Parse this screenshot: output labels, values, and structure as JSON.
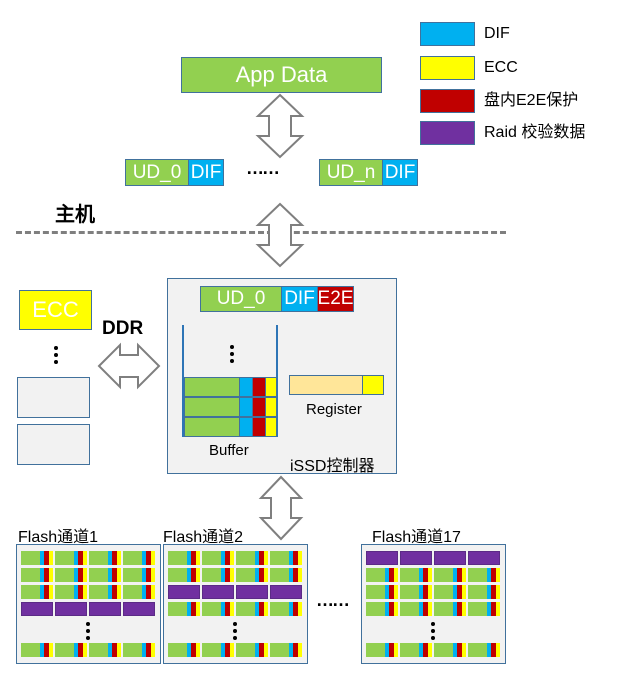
{
  "legend": [
    {
      "label": "DIF",
      "color": "#00b0f0"
    },
    {
      "label": "ECC",
      "color": "#ffff00"
    },
    {
      "label": "盘内E2E保护",
      "color": "#c00000"
    },
    {
      "label": "Raid 校验数据",
      "color": "#7030a0"
    }
  ],
  "host": {
    "app_data": "App Data",
    "ud_first": "UD_0",
    "ud_last": "UD_n",
    "dif": "DIF",
    "ellipsis": "……",
    "label": "主机"
  },
  "ddr": {
    "label": "DDR",
    "ecc": "ECC"
  },
  "controller": {
    "label": "iSSD控制器",
    "ud": "UD_0",
    "dif": "DIF",
    "e2e": "E2E",
    "buffer_label": "Buffer",
    "register_label": "Register"
  },
  "flash": {
    "channels": [
      {
        "label": "Flash通道1",
        "raid_row": 4
      },
      {
        "label": "Flash通道2",
        "raid_row": 3
      },
      {
        "label": "Flash通道17",
        "raid_row": 1
      }
    ],
    "ellipsis": "……"
  },
  "colors": {
    "user_data": "#92d050",
    "dif": "#00b0f0",
    "ecc": "#ffff00",
    "e2e": "#c00000",
    "raid": "#7030a0",
    "register": "#ffe699",
    "border": "#41719c"
  }
}
